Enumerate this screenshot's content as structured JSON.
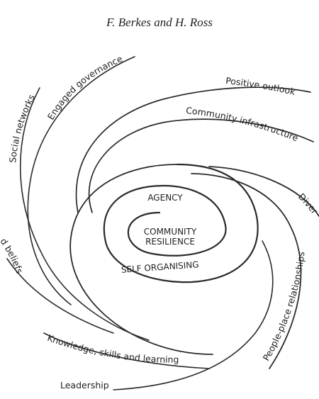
{
  "header": {
    "authors": "F. Berkes and H. Ross"
  },
  "diagram": {
    "center": {
      "line1": "COMMUNITY",
      "line2": "RESILIENCE"
    },
    "inner": {
      "agency": "AGENCY",
      "self_organising": "SELF ORGANISING"
    },
    "arms": [
      {
        "id": "social-networks",
        "label": "Social networks"
      },
      {
        "id": "engaged-governance",
        "label": "Engaged governance"
      },
      {
        "id": "positive-outlook",
        "label": "Positive outlook"
      },
      {
        "id": "community-infrastructure",
        "label": "Community infrastructure"
      },
      {
        "id": "diversity",
        "label": "Diver"
      },
      {
        "id": "people-place",
        "label": "People-place relationships"
      },
      {
        "id": "knowledge-skills",
        "label": "Knowledge, skills and learning"
      },
      {
        "id": "leadership",
        "label": "Leadership"
      },
      {
        "id": "values-beliefs",
        "label": "d beliefs"
      }
    ]
  }
}
